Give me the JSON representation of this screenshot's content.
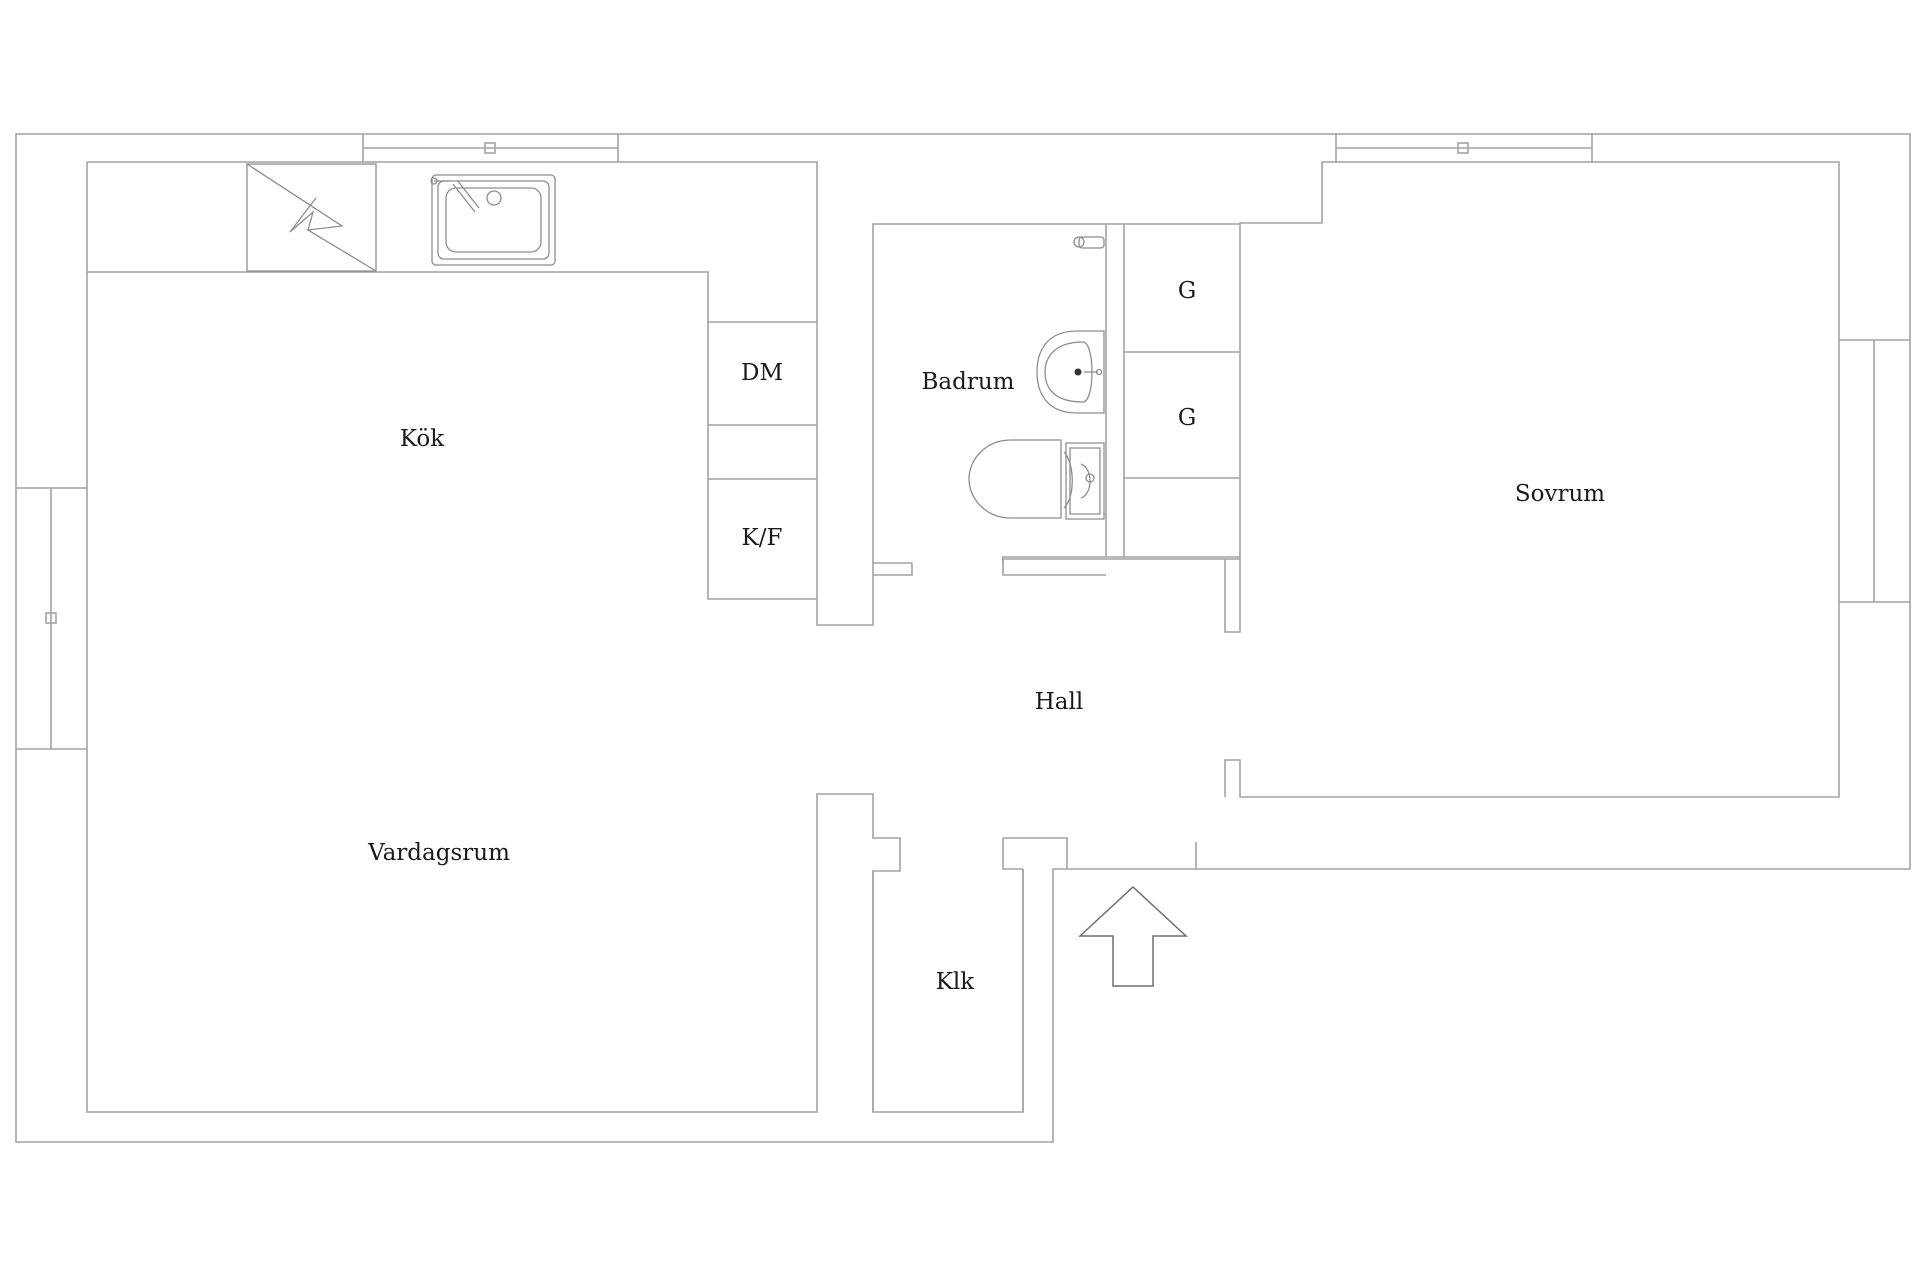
{
  "plan": {
    "rooms": {
      "kitchen": "Kök",
      "dishwasher": "DM",
      "fridge_freezer": "K/F",
      "bathroom": "Badrum",
      "wardrobe_1": "G",
      "wardrobe_2": "G",
      "bedroom": "Sovrum",
      "hall": "Hall",
      "living_room": "Vardagsrum",
      "closet": "Klk"
    },
    "icons": {
      "entrance": "entrance-arrow-icon",
      "stove": "stove-icon",
      "sink": "kitchen-sink-icon",
      "washbasin": "washbasin-icon",
      "toilet": "toilet-icon",
      "shower": "shower-head-icon"
    },
    "colors": {
      "wall": "#a3a3a3",
      "label": "#1a1a1a",
      "background": "#ffffff"
    }
  }
}
